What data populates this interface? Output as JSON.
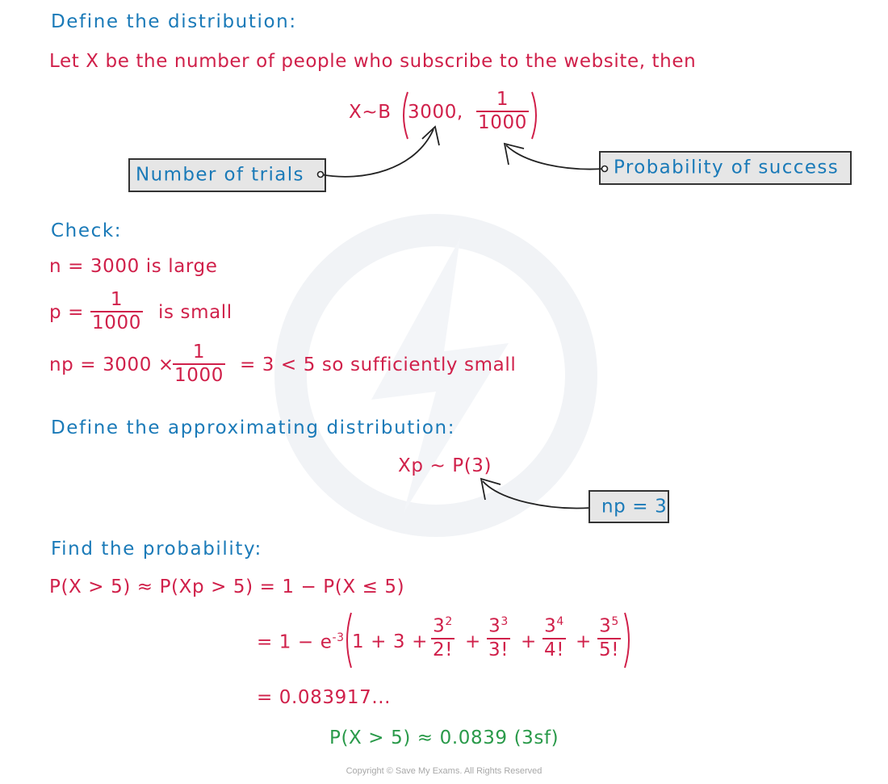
{
  "headings": {
    "define": "Define the distribution:",
    "check": "Check:",
    "approx": "Define the approximating distribution:",
    "find": "Find the probability:"
  },
  "define": {
    "let": "Let X be the number of people who subscribe to the website, then",
    "dist_head": "X~B",
    "n_val": "3000,",
    "p_num": "1",
    "p_den": "1000"
  },
  "tags": {
    "trials": "Number of trials",
    "success": "Probability of success",
    "np": "np = 3"
  },
  "check": {
    "n_line": "n = 3000  is  large",
    "p_prefix": "p =",
    "p_num": "1",
    "p_den": "1000",
    "p_suffix": "is  small",
    "np_prefix": "np = 3000 ×",
    "np_num": "1",
    "np_den": "1000",
    "np_suffix": "= 3 < 5  so  sufficiently  small"
  },
  "approx": {
    "dist": "Xp ~ P(3)"
  },
  "find": {
    "line1": "P(X > 5) ≈ P(Xp > 5) = 1 − P(X ≤ 5)",
    "line2_prefix": "= 1 − e",
    "line2_exp": "-3",
    "line2_start": "1 + 3 +",
    "t2_base": "3",
    "t2_exp": "2",
    "t2_den": "2!",
    "t3_base": "3",
    "t3_exp": "3",
    "t3_den": "3!",
    "t4_base": "3",
    "t4_exp": "4",
    "t4_den": "4!",
    "t5_base": "3",
    "t5_exp": "5",
    "t5_den": "5!",
    "plus": "+",
    "line3": "= 0.083917...",
    "answer": "P(X > 5) ≈ 0.0839  (3sf)"
  },
  "footer": {
    "copyright": "Copyright © Save My Exams. All Rights Reserved"
  },
  "colors": {
    "heading": "#1a7ab8",
    "working": "#d0204a",
    "answer": "#2a9a4a"
  }
}
